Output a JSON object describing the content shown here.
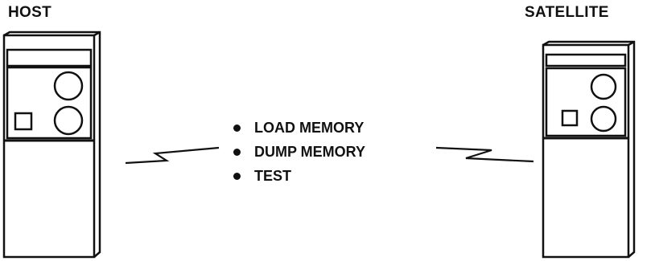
{
  "diagram": {
    "nodes": [
      {
        "id": "host",
        "label": "HOST"
      },
      {
        "id": "satellite",
        "label": "SATELLITE"
      }
    ],
    "link": {
      "from": "host",
      "to": "satellite",
      "kind": "communication-line"
    },
    "operations": [
      "LOAD MEMORY",
      "DUMP MEMORY",
      "TEST"
    ]
  }
}
